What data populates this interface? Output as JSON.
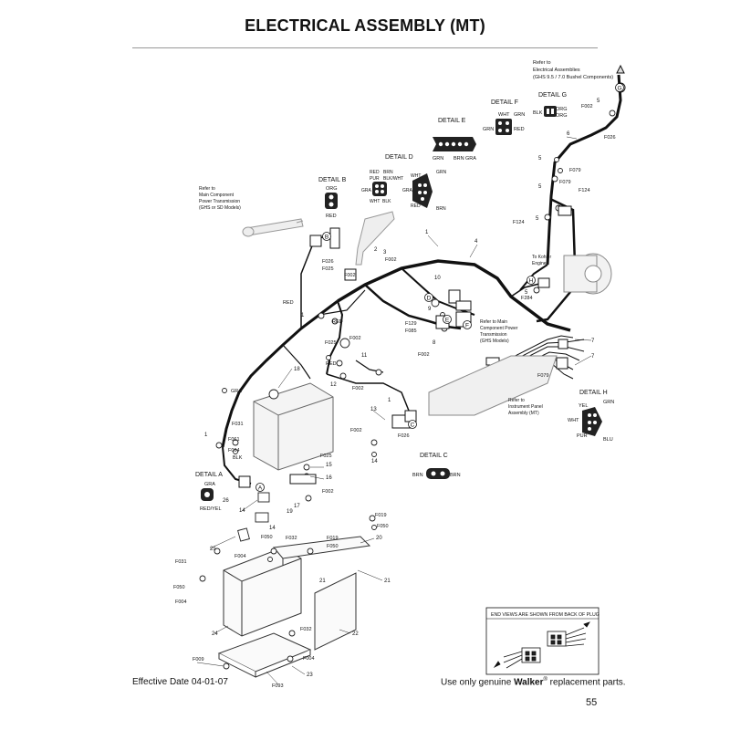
{
  "header": {
    "title": "ELECTRICAL ASSEMBLY (MT)"
  },
  "footer": {
    "effective_date": "Effective Date 04-01-07",
    "genuine_prefix": "Use only genuine",
    "genuine_brand": "Walker",
    "genuine_suffix": " replacement parts.",
    "page_number": "55"
  },
  "diagram": {
    "notes": {
      "ref_top_1": "Refer to",
      "ref_top_2": "Electrical Assemblies",
      "ref_top_3": "(GHS 9.5 / 7.0 Bushel Components)",
      "ref_main_1": "Refer to",
      "ref_main_2": "Main Component",
      "ref_main_3": "Power Transmission",
      "ref_main_4": "(GHS or SD Models)",
      "kohler_1": "To Kohler",
      "kohler_2": "Engine",
      "ref_comp_1": "Refer to Main",
      "ref_comp_2": "Component Power",
      "ref_comp_3": "Transmission",
      "ref_comp_4": "(GHS Models)",
      "ref_inst_1": "Refer to",
      "ref_inst_2": "Instrument Panel",
      "ref_inst_3": "Assembly (MT)",
      "end_views": "END VIEWS ARE SHOWN FROM BACK OF PLUG"
    },
    "details": {
      "a": {
        "title": "DETAIL A",
        "w1": "GRA",
        "w2": "RED/YEL"
      },
      "b": {
        "title": "DETAIL B",
        "w1": "ORG",
        "w2": "RED"
      },
      "c": {
        "title": "DETAIL C",
        "w1": "BRN",
        "w2": "BRN"
      },
      "d": {
        "title": "DETAIL D",
        "w1": "RED",
        "w2": "BRN",
        "w3": "PUR",
        "w4": "BLK/WHT",
        "w5": "GRA",
        "w6": "WHT",
        "w7": "BLK"
      },
      "d2": {
        "w1": "WHT",
        "w2": "GRN",
        "w3": "GRA",
        "w4": "RED",
        "w5": "BRN"
      },
      "e": {
        "title": "DETAIL E",
        "w1": "GRN",
        "w2": "BRN",
        "w3": "GRA"
      },
      "f": {
        "title": "DETAIL F",
        "w1": "WHT",
        "w2": "GRN",
        "w3": "GRN",
        "w4": "RED"
      },
      "g": {
        "title": "DETAIL G",
        "w1": "BLK",
        "w2": "ORG",
        "w3": "ORG"
      },
      "h": {
        "title": "DETAIL H",
        "w1": "YEL",
        "w2": "GRN",
        "w3": "WHT",
        "w4": "PUR",
        "w5": "BLU"
      }
    },
    "callouts": {
      "n1": "1",
      "n2": "2",
      "n3": "3",
      "n4": "4",
      "n5": "5",
      "n6": "6",
      "n7": "7",
      "n8": "8",
      "n9": "9",
      "n10": "10",
      "n11": "11",
      "n12": "12",
      "n13": "13",
      "n14": "14",
      "n15": "15",
      "n16": "16",
      "n17": "17",
      "n18": "18",
      "n19": "19",
      "n20": "20",
      "n21": "21",
      "n22": "22",
      "n23": "23",
      "n24": "24",
      "n25": "25",
      "n26": "26"
    },
    "wire_labels": {
      "red": "RED",
      "gra": "GRA",
      "blk": "BLK"
    },
    "part_codes": {
      "f002": "F002",
      "f004": "F004",
      "f009": "F009",
      "f019": "F019",
      "f025": "F025",
      "f026": "F026",
      "f031": "F031",
      "f032": "F032",
      "f050": "F050",
      "f061": "F061",
      "f079": "F079",
      "f085": "F085",
      "f093": "F093",
      "f124": "F124",
      "f129": "F129",
      "f284": "F284"
    },
    "letters": {
      "a": "A",
      "b": "B",
      "c": "C",
      "d": "D",
      "e": "E",
      "f": "F",
      "g": "G",
      "h": "H"
    }
  }
}
